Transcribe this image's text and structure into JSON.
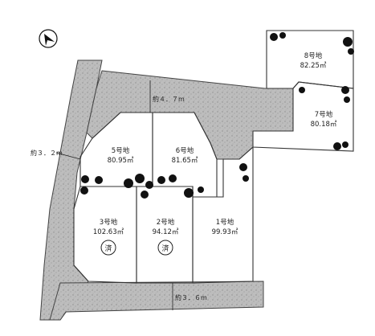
{
  "compass": {
    "icon": "north-arrow-icon"
  },
  "roads": {
    "west_width": "約３．２m",
    "north_width": "約４．７m",
    "south_width": "約３．６m"
  },
  "lots": [
    {
      "id": "lot-1",
      "number": "1号地",
      "area": "99.93㎡",
      "sold": false
    },
    {
      "id": "lot-2",
      "number": "2号地",
      "area": "94.12㎡",
      "sold": true
    },
    {
      "id": "lot-3",
      "number": "3号地",
      "area": "102.63㎡",
      "sold": true
    },
    {
      "id": "lot-5",
      "number": "5号地",
      "area": "80.95㎡",
      "sold": false
    },
    {
      "id": "lot-6",
      "number": "6号地",
      "area": "81.65㎡",
      "sold": false
    },
    {
      "id": "lot-7",
      "number": "7号地",
      "area": "80.18㎡",
      "sold": false
    },
    {
      "id": "lot-8",
      "number": "8号地",
      "area": "82.25㎡",
      "sold": false
    }
  ],
  "sold_mark": "済",
  "colors": {
    "road": "#b8b8b8",
    "line": "#333333",
    "tree": "#111111"
  }
}
